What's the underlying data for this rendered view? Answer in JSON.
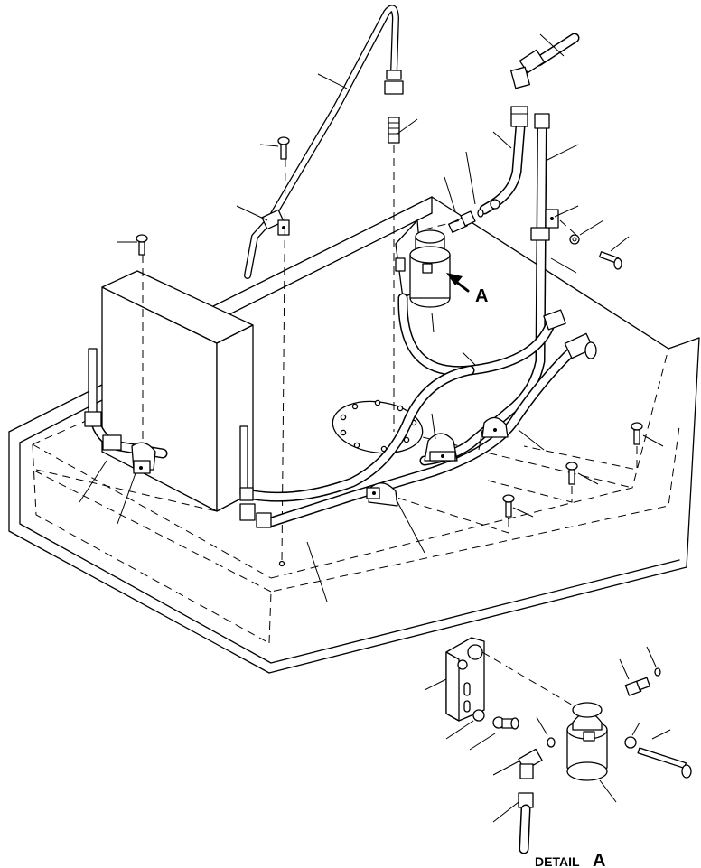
{
  "labels": {
    "view_marker": "A",
    "detail_word": "DETAIL",
    "detail_letter": "A"
  }
}
